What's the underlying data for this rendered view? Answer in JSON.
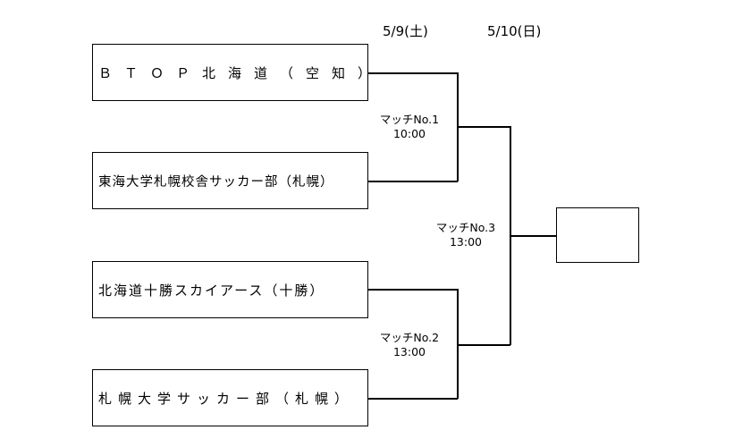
{
  "dates": {
    "round1": "5/9(土)",
    "round2": "5/10(日)"
  },
  "teams": [
    {
      "name": "ＢＴＯＰ北海道（空知）"
    },
    {
      "name": "東海大学札幌校舎サッカー部（札幌）"
    },
    {
      "name": "北海道十勝スカイアース（十勝）"
    },
    {
      "name": "札幌大学サッカー部（札幌）"
    }
  ],
  "matches": [
    {
      "label": "マッチNo.1",
      "time": "10:00"
    },
    {
      "label": "マッチNo.2",
      "time": "13:00"
    },
    {
      "label": "マッチNo.3",
      "time": "13:00"
    }
  ],
  "winner": {
    "name": ""
  }
}
